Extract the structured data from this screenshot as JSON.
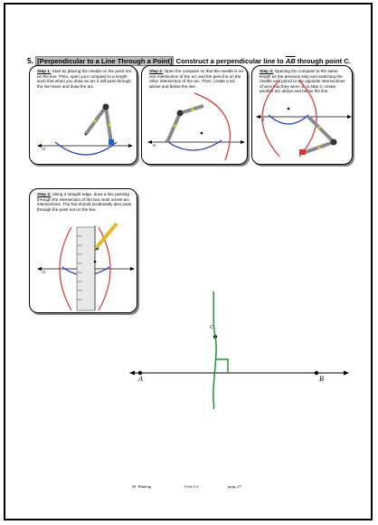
{
  "problem": {
    "number": "5.",
    "topic": "[Perpendicular to a Line Through a Point]",
    "text_before": "Construct a perpendicular line to ",
    "segment": "AB",
    "text_after": " through point ",
    "point": "C."
  },
  "steps": [
    {
      "label": "Step 1:",
      "text": "Start by placing the needle on the point not on the line. Then, open your compass to a length such that when you draw an arc it will pass through the line twice and draw the arc.",
      "line_label": "H"
    },
    {
      "label": "Step 2:",
      "text": "Open the compass so that the needle is on one intersection of the arc and the pencil is on the other intersection of the arc. Then, create a arc above and below the line.",
      "line_label": "H"
    },
    {
      "label": "Step 3:",
      "text": "Opening the compass to the same length as the previous step and switching the needle and pencil to the opposite intersections of arcs that they were on in step 2, create another arc above and below the line.",
      "line_label": "H"
    },
    {
      "label": "Step 3:",
      "text": "Using a straight edge, draw a line passing through the intersection of the two most recent arc intersections. The line should incidentally also pass through the point not on the line.",
      "line_label": "H"
    }
  ],
  "construction": {
    "point_a": "A",
    "point_b": "B",
    "point_c": "C"
  },
  "footer": {
    "author": "M. Winking",
    "unit": "Unit 2-2",
    "page": "page 27"
  },
  "colors": {
    "arc_blue": "#1f3fbf",
    "arc_red": "#e03030",
    "handwriting_green": "#1a9a2a",
    "topic_highlight": "#bfbfbf",
    "compass_gray": "#9a9a9a",
    "pencil_yellow": "#e8b820"
  }
}
